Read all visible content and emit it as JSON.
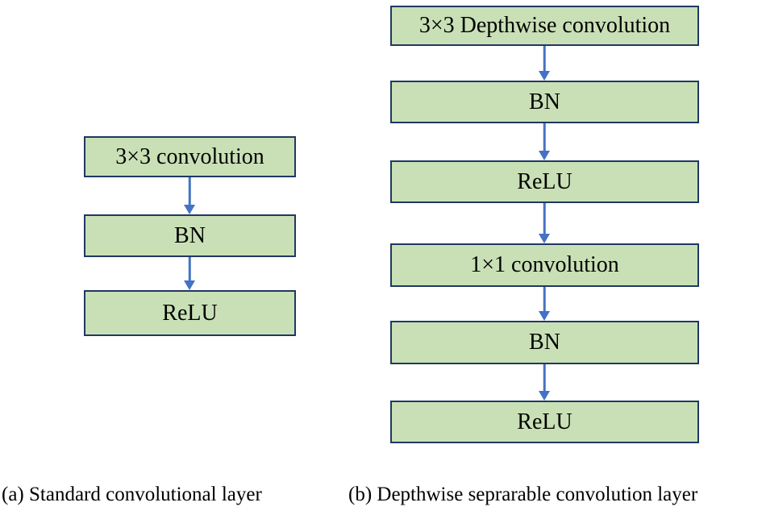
{
  "colors": {
    "page_bg": "#ffffff",
    "box_fill": "#c9e0b6",
    "box_border": "#1f3864",
    "arrow": "#4472c4",
    "text": "#000000"
  },
  "diagram_a": {
    "caption": "(a) Standard convolutional layer",
    "boxes": [
      {
        "label": "3×3 convolution"
      },
      {
        "label": "BN"
      },
      {
        "label": "ReLU"
      }
    ]
  },
  "diagram_b": {
    "caption": "(b) Depthwise seprarable convolution layer",
    "boxes": [
      {
        "label": "3×3 Depthwise convolution"
      },
      {
        "label": "BN"
      },
      {
        "label": "ReLU"
      },
      {
        "label": "1×1 convolution"
      },
      {
        "label": "BN"
      },
      {
        "label": "ReLU"
      }
    ]
  },
  "icons": {
    "arrow": "arrow-down-icon"
  }
}
